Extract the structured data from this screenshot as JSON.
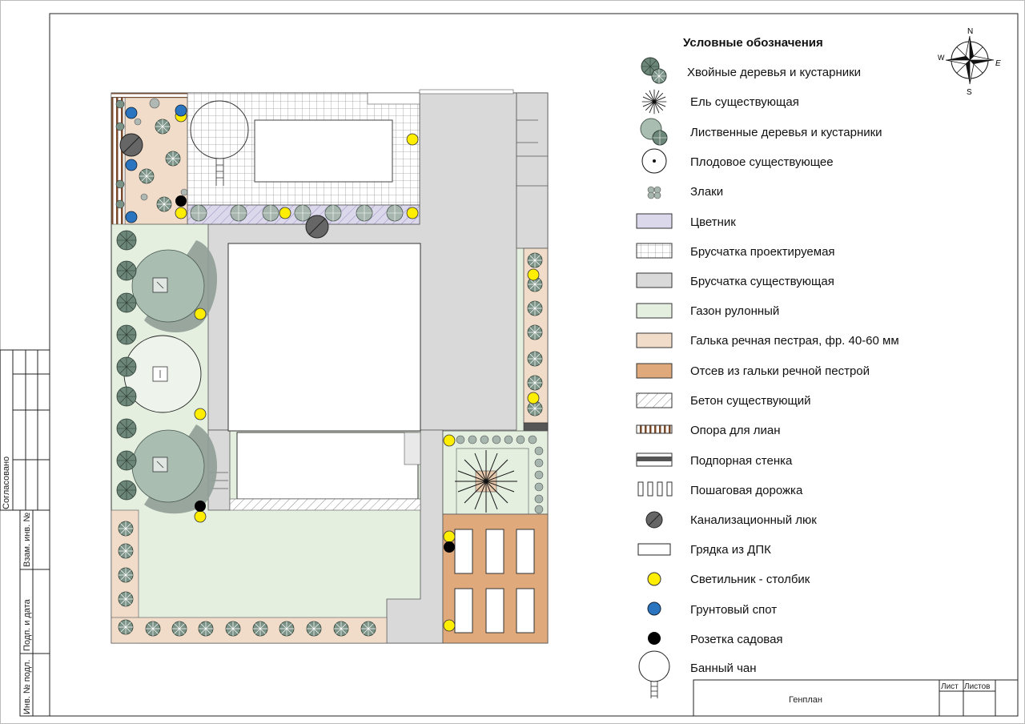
{
  "legend": {
    "title": "Условные  обозначения",
    "items": [
      {
        "symbol": "conifer",
        "label": "Хвойные деревья и кустарники"
      },
      {
        "symbol": "spruce",
        "label": "Ель существующая"
      },
      {
        "symbol": "deciduous",
        "label": "Лиственные деревья и кустарники"
      },
      {
        "symbol": "fruit",
        "label": "Плодовое существующее"
      },
      {
        "symbol": "grass",
        "label": "Злаки"
      },
      {
        "symbol": "flowerbed",
        "label": "Цветник"
      },
      {
        "symbol": "paving-new",
        "label": "Брусчатка проектируемая"
      },
      {
        "symbol": "paving-existing",
        "label": "Брусчатка существующая"
      },
      {
        "symbol": "lawn",
        "label": "Газон рулонный"
      },
      {
        "symbol": "pebble",
        "label": "Галька речная пестрая, фр. 40-60 мм"
      },
      {
        "symbol": "screening",
        "label": "Отсев  из гальки речной пестрой"
      },
      {
        "symbol": "concrete",
        "label": "Бетон существующий"
      },
      {
        "symbol": "vine-support",
        "label": "Опора для лиан"
      },
      {
        "symbol": "retaining-wall",
        "label": "Подпорная стенка"
      },
      {
        "symbol": "stepping-path",
        "label": "Пошаговая дорожка"
      },
      {
        "symbol": "manhole",
        "label": "Канализационный люк"
      },
      {
        "symbol": "bed",
        "label": "Грядка из ДПК"
      },
      {
        "symbol": "bollard-light",
        "label": "Светильник - столбик"
      },
      {
        "symbol": "ground-spot",
        "label": "Грунтовый спот"
      },
      {
        "symbol": "garden-socket",
        "label": "Розетка садовая"
      },
      {
        "symbol": "bath-tub",
        "label": "Банный чан"
      }
    ]
  },
  "compass": {
    "n": "N",
    "s": "S",
    "e": "E",
    "w": "W"
  },
  "stamp": {
    "title": "Генплан",
    "sheet": "Лист",
    "sheets": "Листов"
  },
  "side_stamp": {
    "agreed": "Согласовано",
    "inv_repl": "Взам. инв. №",
    "sign_date": "Подп. и дата",
    "inv_orig": "Инв. № подл."
  },
  "colors": {
    "lawn": "#e4efe0",
    "pebble": "#f1dcc9",
    "screening": "#dfa97b",
    "paving_existing": "#d9d9d9",
    "flowerbed": "#dcd8ec",
    "conifer": "#6c8679",
    "deciduous": "#a9bdb1",
    "light": "#ffee00",
    "spot": "#2a74c0",
    "socket": "#000000"
  }
}
